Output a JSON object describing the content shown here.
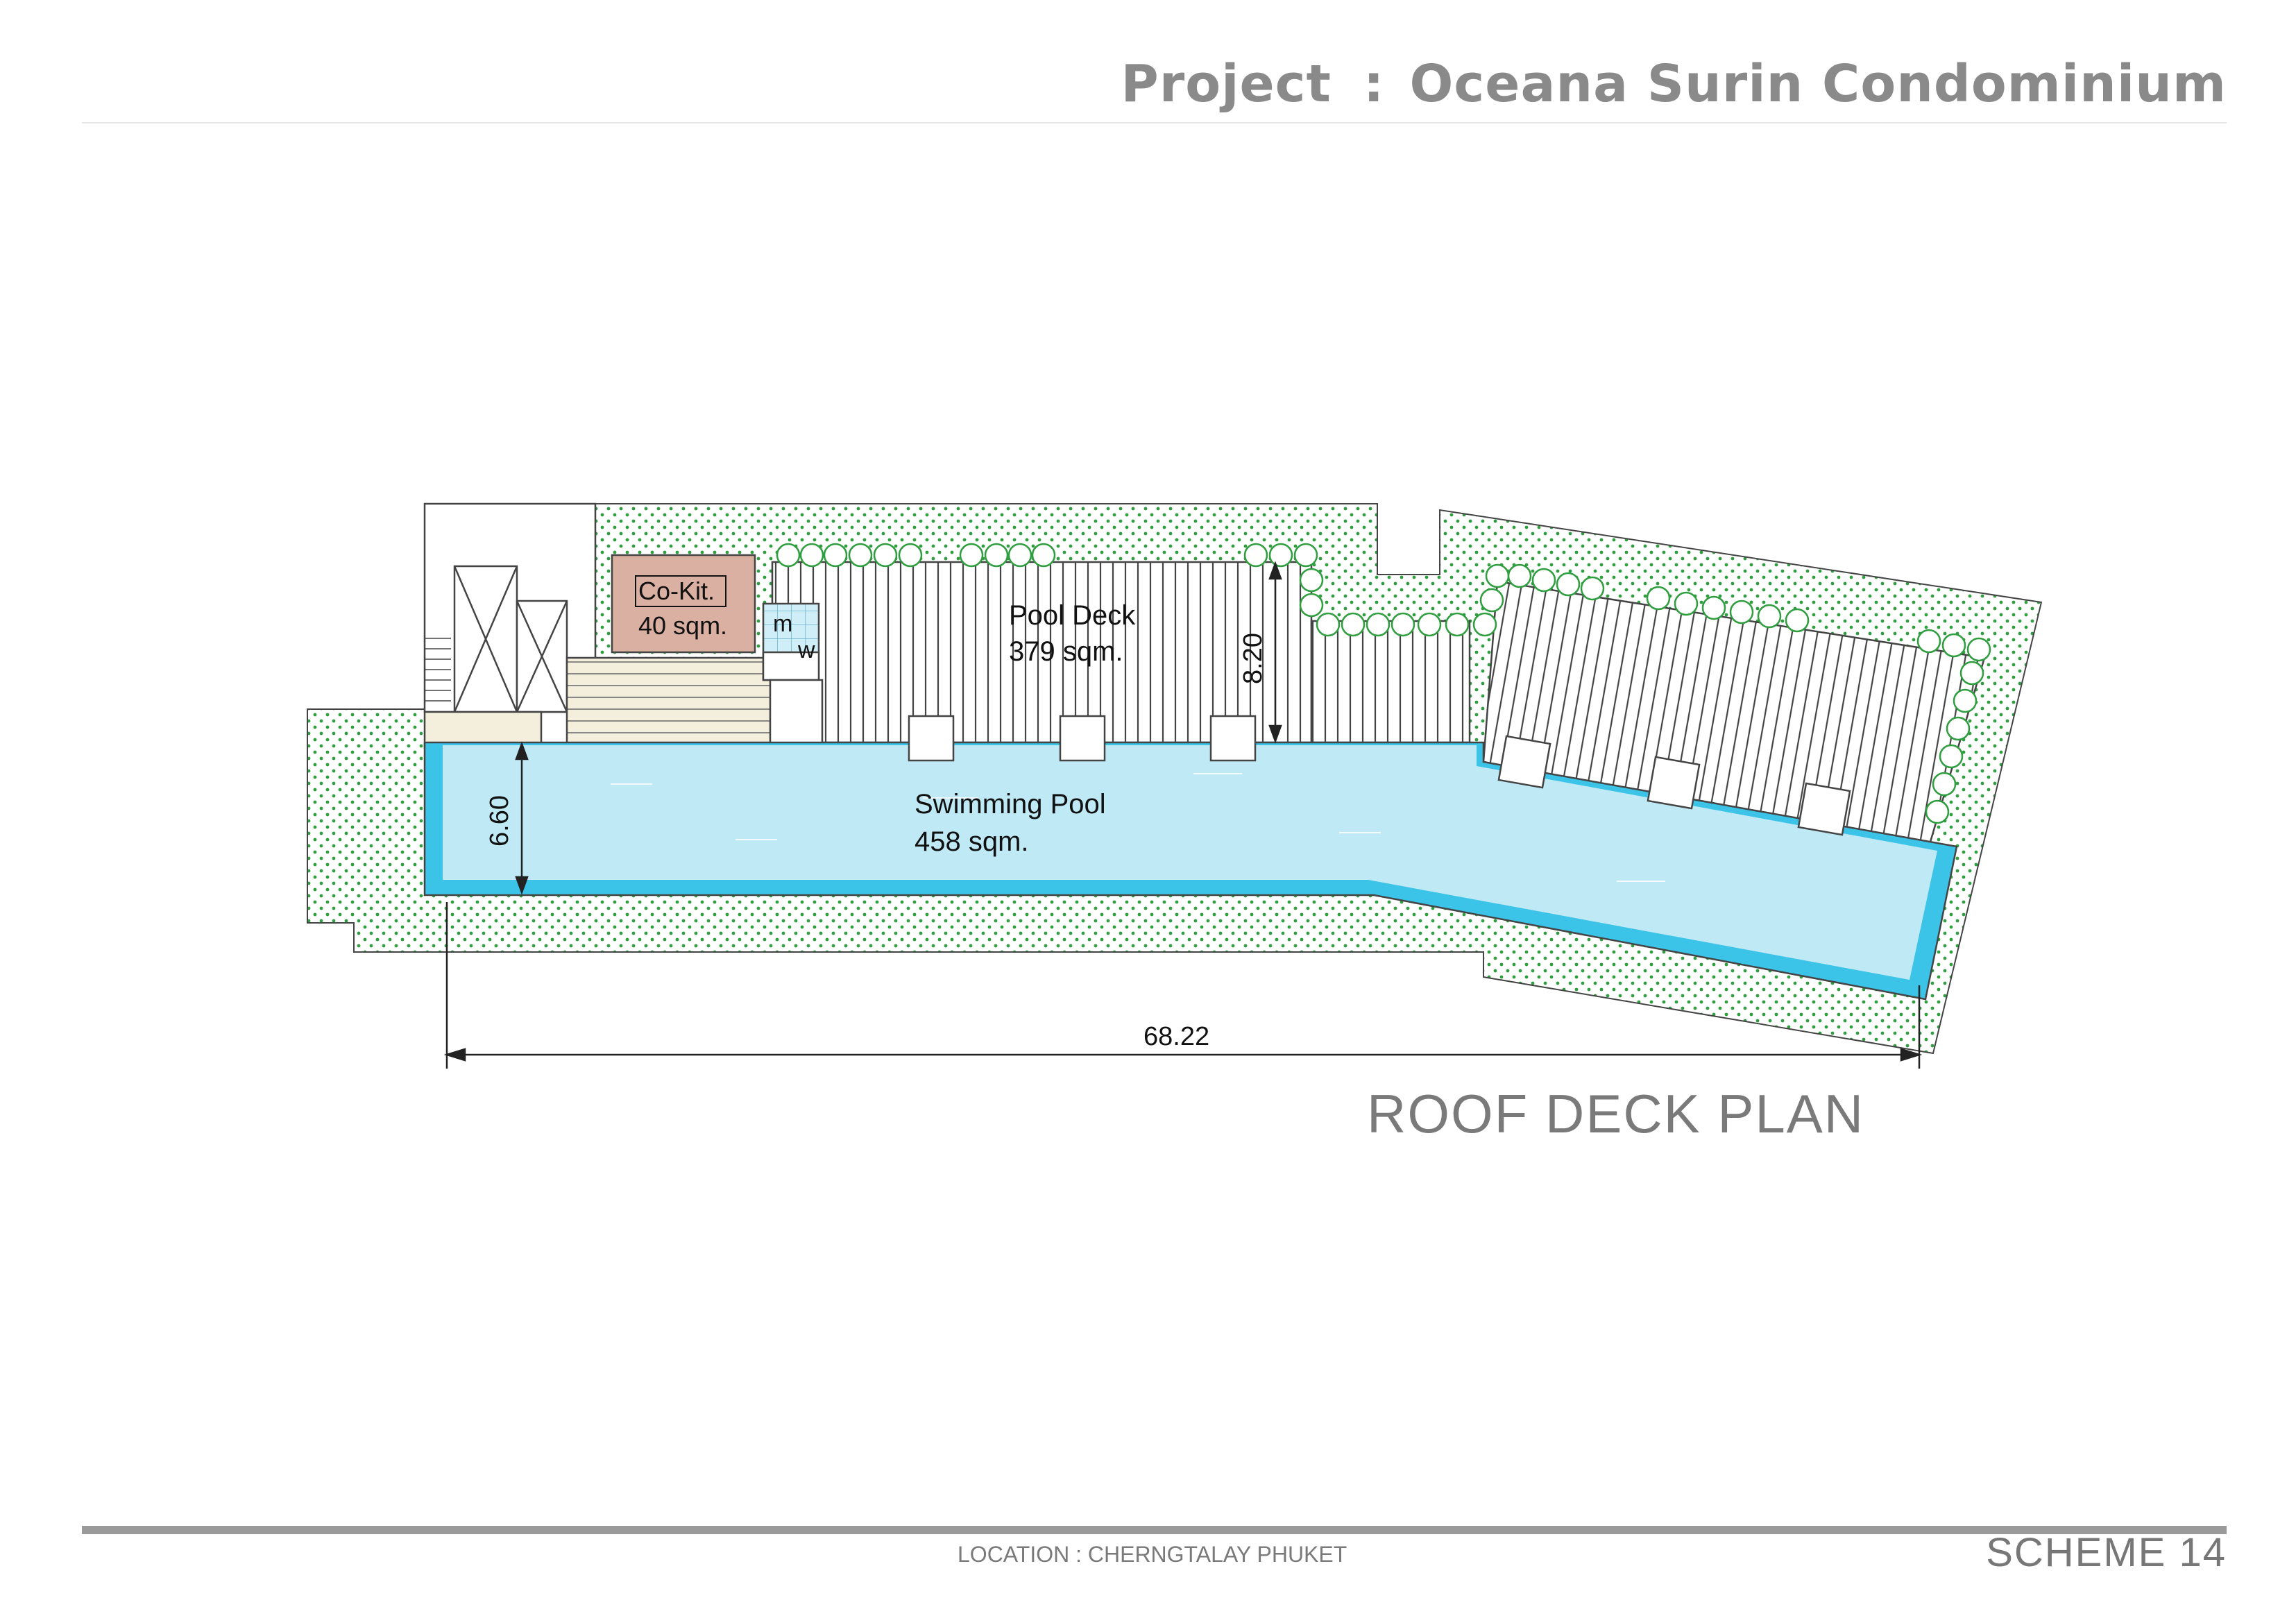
{
  "header": {
    "project_label": "Project",
    "separator": ":",
    "project_name": "Oceana Surin Condominium"
  },
  "plan": {
    "title": "ROOF DECK PLAN",
    "rooms": [
      {
        "name": "Co-Kit.",
        "area": "40 sqm."
      },
      {
        "name": "Pool Deck",
        "area": "379 sqm."
      },
      {
        "name": "Swimming Pool",
        "area": "458 sqm."
      }
    ],
    "small_labels": {
      "m": "m",
      "w": "w"
    },
    "dimensions": {
      "pool_width": "6.60",
      "deck_width": "8.20",
      "overall_length": "68.22"
    },
    "colors": {
      "pool": "#bfe9f5",
      "pool_edge": "#3cc3e8",
      "kitchen": "#d9b0a2",
      "planting_dot": "#2e9e3e",
      "line": "#3a3a3a"
    }
  },
  "footer": {
    "location": "LOCATION  :  CHERNGTALAY PHUKET",
    "scheme": "SCHEME 14"
  }
}
